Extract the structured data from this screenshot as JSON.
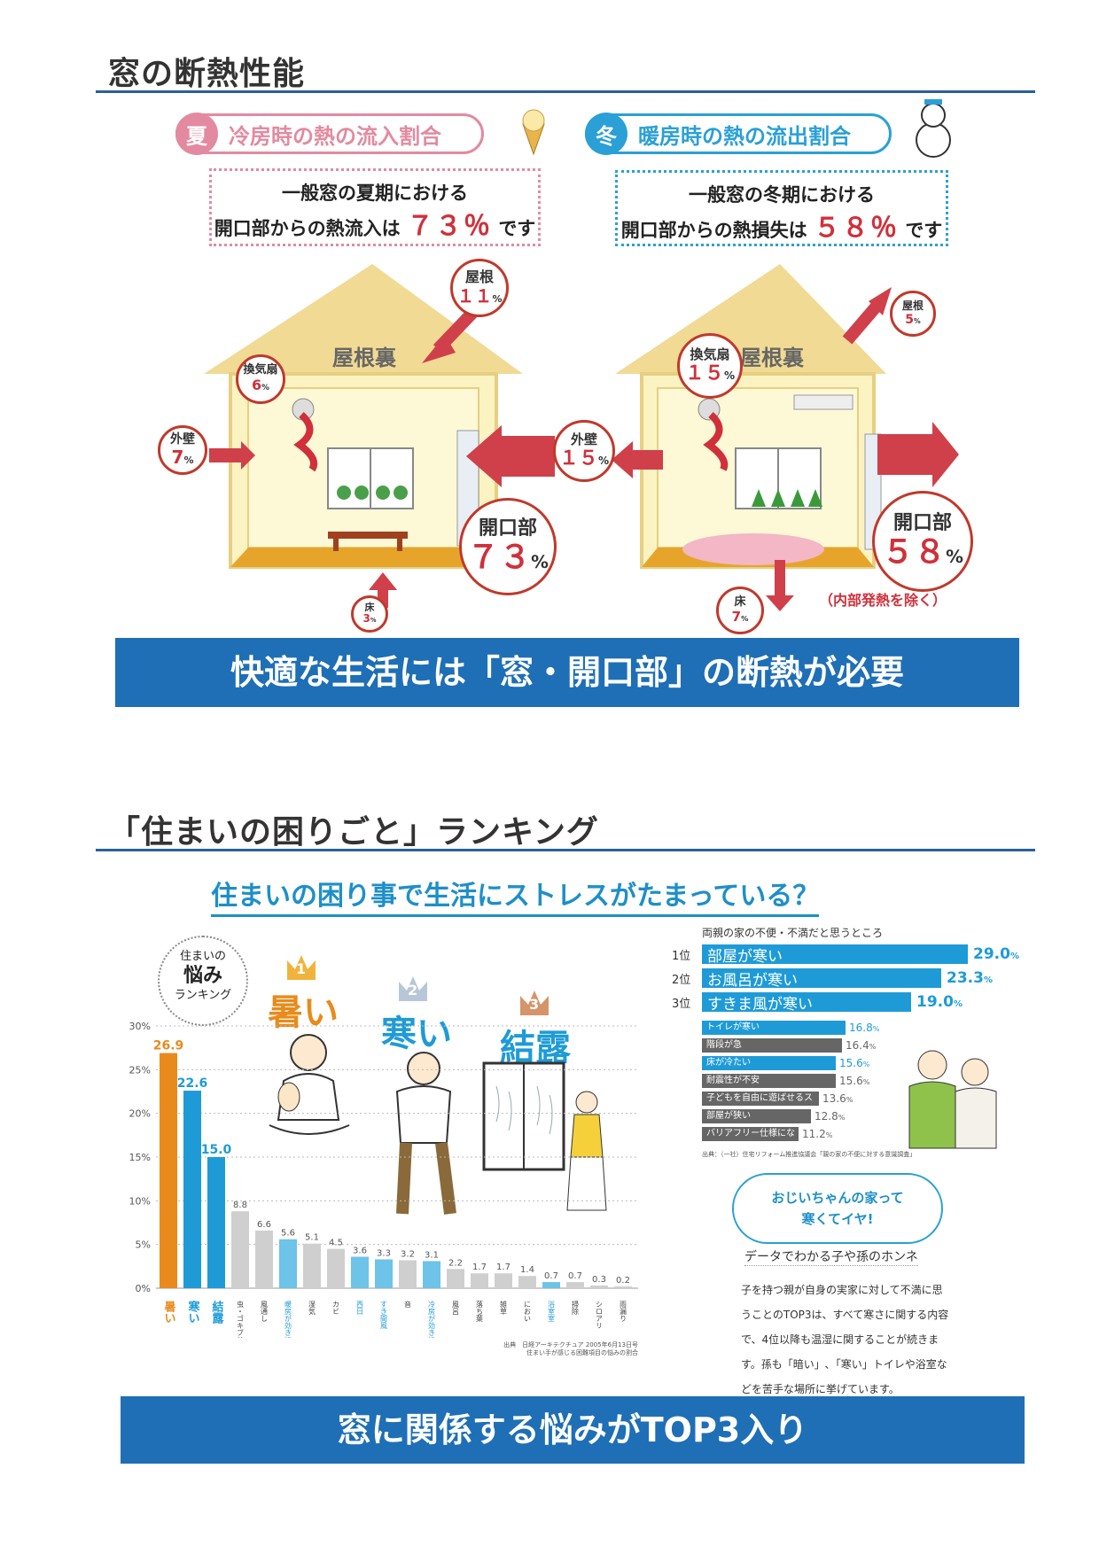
{
  "section1": {
    "title": "窓の断熱性能",
    "summer": {
      "badge": "夏",
      "label": "冷房時の熱の流入割合",
      "callout_line1": "一般窓の夏期における",
      "callout_line2_prefix": "開口部からの熱流入は",
      "callout_value": "７３％",
      "callout_suffix": "です",
      "roof_space": "屋根裏",
      "roof_label": "屋根",
      "roof_value": "１１",
      "roof_unit": "%",
      "fan_label": "換気扇",
      "fan_value": "6",
      "fan_unit": "%",
      "wall_label": "外壁",
      "wall_value": "7",
      "wall_unit": "%",
      "floor_label": "床",
      "floor_value": "3",
      "floor_unit": "%",
      "opening_label": "開口部",
      "opening_value": "７３",
      "opening_unit": "%"
    },
    "winter": {
      "badge": "冬",
      "label": "暖房時の熱の流出割合",
      "callout_line1": "一般窓の冬期における",
      "callout_line2_prefix": "開口部からの熱損失は",
      "callout_value": "５８％",
      "callout_suffix": "です",
      "roof_space": "屋根裏",
      "roof_label": "屋根",
      "roof_value": "5",
      "roof_unit": "%",
      "fan_label": "換気扇",
      "fan_value": "１５",
      "fan_unit": "%",
      "wall_label": "外壁",
      "wall_value": "１５",
      "wall_unit": "%",
      "floor_label": "床",
      "floor_value": "7",
      "floor_unit": "%",
      "opening_label": "開口部",
      "opening_value": "５８",
      "opening_unit": "%",
      "note": "（内部発熱を除く）"
    },
    "banner": "快適な生活には「窓・開口部」の断熱が必要"
  },
  "section2": {
    "title": "「住まいの困りごと」ランキング",
    "subtitle": "住まいの困り事で生活にストレスがたまっている？",
    "badge_lines": [
      "住まいの",
      "悩み",
      "ランキング"
    ],
    "top3": [
      {
        "rank": "1",
        "label": "暑い"
      },
      {
        "rank": "2",
        "label": "寒い"
      },
      {
        "rank": "3",
        "label": "結露"
      }
    ],
    "source1": "出典　日経アーキテクチュア 2005年6月13日号　住まい手が感じる困難項目の悩みの割合",
    "ranking_title": "両親の家の不便・不満だと思うところ",
    "ranking_top": [
      {
        "pos": "1位",
        "label": "部屋が寒い",
        "value": "29.0",
        "unit": "%"
      },
      {
        "pos": "2位",
        "label": "お風呂が寒い",
        "value": "23.3",
        "unit": "%"
      },
      {
        "pos": "3位",
        "label": "すきま風が寒い",
        "value": "19.0",
        "unit": "%"
      }
    ],
    "ranking_rest": [
      {
        "label": "トイレが寒い",
        "value": "16.8",
        "unit": "%",
        "color": "#1e9bd7",
        "frac": 0.58
      },
      {
        "label": "階段が急",
        "value": "16.4",
        "unit": "%",
        "color": "#666666",
        "frac": 0.565
      },
      {
        "label": "床が冷たい",
        "value": "15.6",
        "unit": "%",
        "color": "#1e9bd7",
        "frac": 0.54
      },
      {
        "label": "耐震性が不安",
        "value": "15.6",
        "unit": "%",
        "color": "#666666",
        "frac": 0.54
      },
      {
        "label": "子どもを自由に遊ばせるスペースがない",
        "value": "13.6",
        "unit": "%",
        "color": "#666666",
        "frac": 0.47
      },
      {
        "label": "部屋が狭い",
        "value": "12.8",
        "unit": "%",
        "color": "#666666",
        "frac": 0.44
      },
      {
        "label": "バリアフリー仕様になっていない",
        "value": "11.2",
        "unit": "%",
        "color": "#666666",
        "frac": 0.39
      }
    ],
    "ranking_source": "出典：（一社）住宅リフォーム推進協議会「親の家の不便に対する意識調査」",
    "speech": [
      "おじいちゃんの家って",
      "寒くてイヤ!"
    ],
    "honne_title": "データでわかる子や孫のホンネ",
    "honne_text": "子を持つ親が自身の実家に対して不満に思うことのTOP3は、すべて寒さに関する内容で、4位以降も温湿に関することが続きます。孫も「暗い」､「寒い」トイレや浴室などを苦手な場所に挙げています。",
    "banner": "窓に関係する悩みがTOP3入り"
  },
  "chart_data": {
    "type": "bar",
    "categories": [
      "暑い",
      "寒い",
      "結露",
      "虫・ゴキブリ",
      "風通し",
      "暖房が効きにくい",
      "湿気",
      "カビ",
      "西日",
      "すき間風",
      "音",
      "冷房が効きにくい",
      "風呂",
      "落ち葉",
      "雑草",
      "におい",
      "浴室室",
      "掃除",
      "シロアリ",
      "雨漏り"
    ],
    "values": [
      26.9,
      22.6,
      15.0,
      8.8,
      6.6,
      5.6,
      5.1,
      4.5,
      3.6,
      3.3,
      3.2,
      3.1,
      2.2,
      1.7,
      1.7,
      1.4,
      0.7,
      0.7,
      0.3,
      0.2
    ],
    "value_labels": [
      "26.9",
      "22.6",
      "15.0",
      "8.8",
      "6.6",
      "5.6",
      "5.1",
      "4.5",
      "3.6",
      "3.3",
      "3.2",
      "3.1",
      "2.2",
      "1.7",
      "1.7",
      "1.4",
      "0.7",
      "0.7",
      "0.3",
      "0.2"
    ],
    "colors": [
      "#e88b1c",
      "#1e9bd7",
      "#1e9bd7",
      "#cfcfcf",
      "#cfcfcf",
      "#6dc3e8",
      "#cfcfcf",
      "#cfcfcf",
      "#6dc3e8",
      "#6dc3e8",
      "#cfcfcf",
      "#6dc3e8",
      "#cfcfcf",
      "#cfcfcf",
      "#cfcfcf",
      "#cfcfcf",
      "#6dc3e8",
      "#cfcfcf",
      "#cfcfcf",
      "#cfcfcf"
    ],
    "label_colors": [
      "#e88b1c",
      "#1e9bd7",
      "#1e9bd7",
      "#444",
      "#444",
      "#1e9bd7",
      "#444",
      "#444",
      "#1e9bd7",
      "#1e9bd7",
      "#444",
      "#1e9bd7",
      "#444",
      "#444",
      "#444",
      "#444",
      "#1e9bd7",
      "#444",
      "#444",
      "#444"
    ],
    "yticks": [
      "0%",
      "5%",
      "10%",
      "15%",
      "20%",
      "25%",
      "30%"
    ],
    "ylim": [
      0,
      30
    ]
  }
}
